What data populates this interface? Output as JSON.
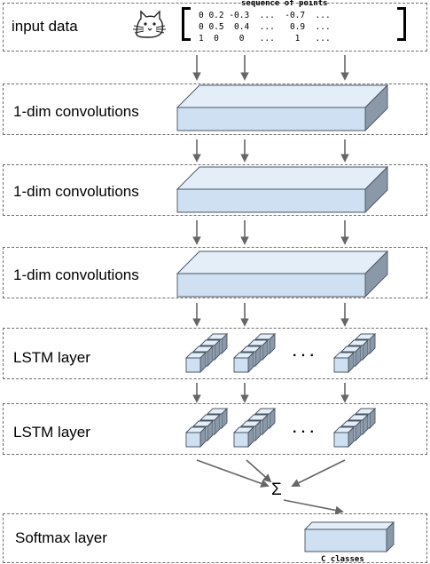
{
  "input": {
    "label": "input data",
    "sequence_caption": "sequence of points",
    "matrix_rows": [
      "0 0.2 -0.3  ...  -0.7  ...",
      "0 0.5  0.4  ...   0.9  ...",
      "1  0    0   ...    1   ..."
    ]
  },
  "layers": [
    {
      "label": "1-dim convolutions"
    },
    {
      "label": "1-dim convolutions"
    },
    {
      "label": "1-dim convolutions"
    },
    {
      "label": "LSTM layer",
      "ellipsis": "· · ·"
    },
    {
      "label": "LSTM layer",
      "ellipsis": "· · ·"
    }
  ],
  "sum_symbol": "Σ",
  "softmax": {
    "label": "Softmax layer",
    "caption": "C classes"
  },
  "colors": {
    "box_front": "#cfe0f2",
    "box_top": "#e3eef9",
    "box_side": "#8a98a8",
    "arrow": "#666666",
    "panel_border": "#6e6e6e"
  }
}
